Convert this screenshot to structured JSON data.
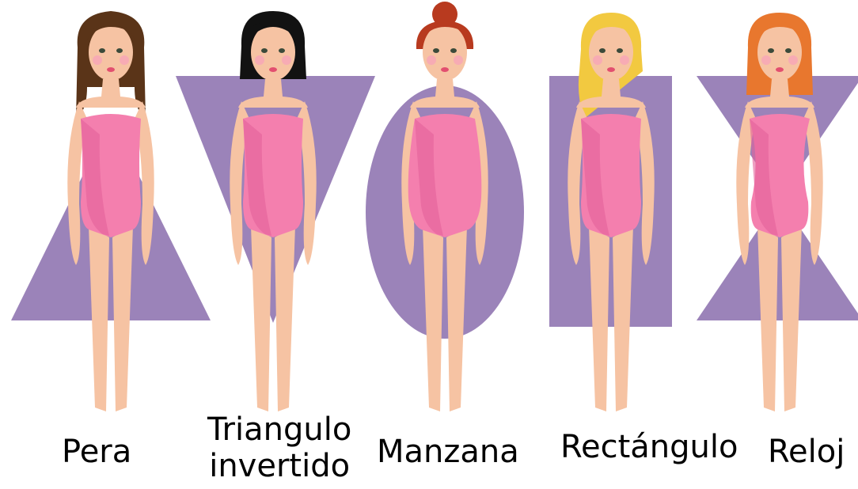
{
  "colors": {
    "shape": "#9b83b9",
    "skin": "#f6c3a3",
    "skin_shadow": "#e9a98a",
    "swimsuit": "#f47fae",
    "swimsuit_shadow": "#e2609a",
    "cheek": "#f7a5b8",
    "lips": "#e24f6f"
  },
  "figures": [
    {
      "shape": "triangle",
      "hair_color": "#5a3418",
      "label_lines": [
        "Pera"
      ]
    },
    {
      "shape": "inverted-triangle",
      "hair_color": "#121212",
      "label_lines": [
        "Triangulo",
        "invertido"
      ]
    },
    {
      "shape": "oval",
      "hair_color": "#b83a1f",
      "label_lines": [
        "Manzana"
      ]
    },
    {
      "shape": "rectangle",
      "hair_color": "#f2c940",
      "label_lines": [
        "Rectángulo"
      ]
    },
    {
      "shape": "hourglass",
      "hair_color": "#e8772e",
      "label_lines": [
        "Reloj"
      ]
    }
  ]
}
